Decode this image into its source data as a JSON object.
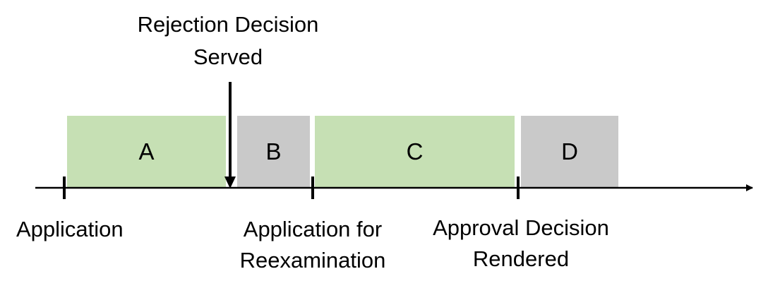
{
  "colors": {
    "green_period": "#c6e0b4",
    "gray_period": "#c9c9c9",
    "line": "#000000"
  },
  "periods": [
    {
      "label": "A",
      "color": "green"
    },
    {
      "label": "B",
      "color": "gray"
    },
    {
      "label": "C",
      "color": "green"
    },
    {
      "label": "D",
      "color": "gray"
    }
  ],
  "events": {
    "rejection": {
      "line1": "Rejection Decision",
      "line2": "Served"
    },
    "application": {
      "line1": "Application"
    },
    "reexamination": {
      "line1": "Application for",
      "line2": "Reexamination"
    },
    "approval": {
      "line1": "Approval Decision",
      "line2": "Rendered"
    }
  }
}
